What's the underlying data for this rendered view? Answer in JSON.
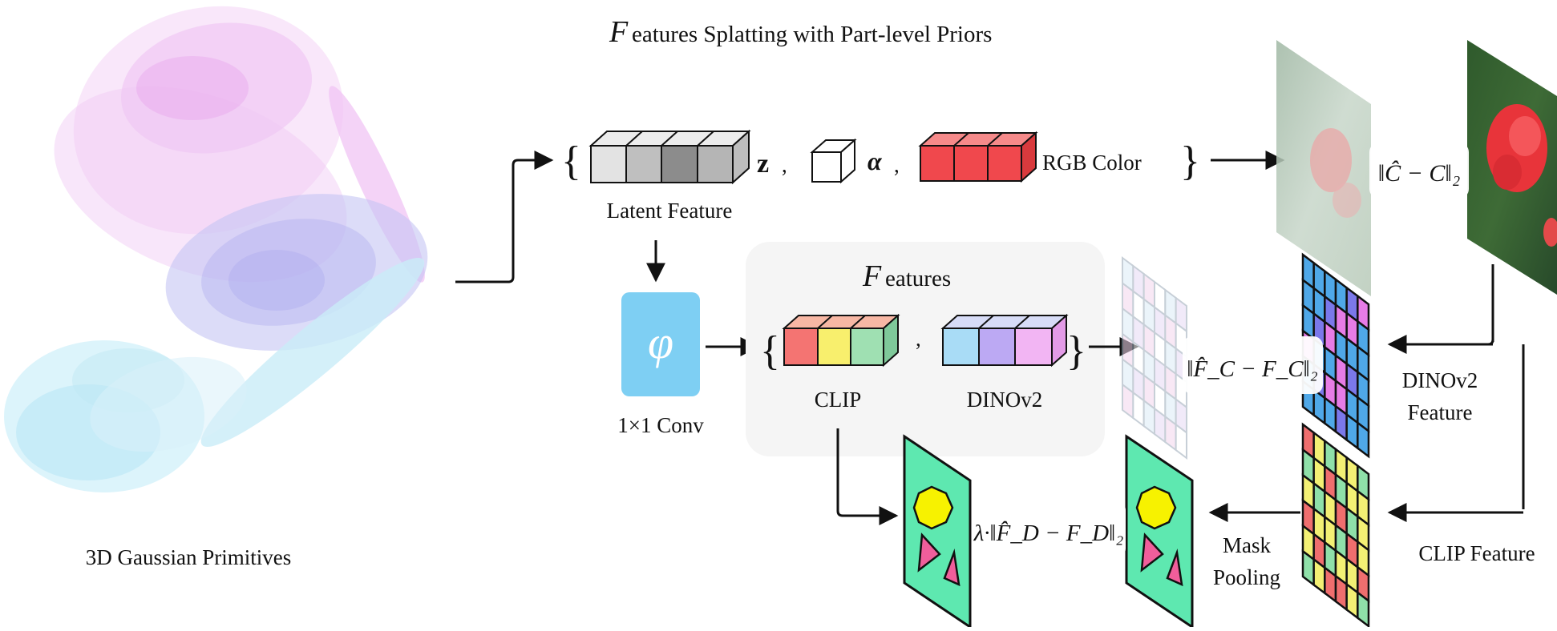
{
  "title": {
    "script_letter": "F",
    "rest": "eatures Splatting with Part-level Priors"
  },
  "gaussians": {
    "caption": "3D Gaussian Primitives"
  },
  "attributes": {
    "open_brace": "{",
    "close_brace": "}",
    "z_symbol": "z",
    "alpha_symbol": "α",
    "comma": ",",
    "rgb_label": "RGB Color",
    "latent_label": "Latent Feature"
  },
  "conv": {
    "symbol": "φ",
    "label": "1×1 Conv"
  },
  "features_panel": {
    "script_letter": "F",
    "rest": "eatures",
    "open_brace": "{",
    "close_brace": "}",
    "comma": ",",
    "clip_label": "CLIP",
    "dino_label": "DINOv2"
  },
  "losses": {
    "rgb": "‖Ĉ − C‖₂",
    "feature": "‖F̂_C − F_C‖₂",
    "mask": "λ·‖F̂_D − F_D‖₂"
  },
  "right_labels": {
    "dino_feature_line1": "DINOv2",
    "dino_feature_line2": "Feature",
    "clip_feature": "CLIP Feature",
    "mask_pooling_line1": "Mask",
    "mask_pooling_line2": "Pooling"
  },
  "colors": {
    "ellipse_pink": "#e9a8ef",
    "ellipse_lavender": "#b9b7f0",
    "ellipse_cyan": "#a8e2f2",
    "cube_gray": "#d9d9d9",
    "cube_dark": "#8c8c8c",
    "rgb_red": "#f0484d",
    "clip_red": "#f47472",
    "clip_yellow": "#f8ef6d",
    "clip_green": "#9fe0b2",
    "dino_blue": "#a9dcf6",
    "dino_purple": "#bca9f3",
    "dino_pink": "#f2b5f3",
    "conv_blue": "#7ecff3",
    "mask_green": "#5ee8b0",
    "mask_yellow": "#f7f200",
    "mask_pink": "#f05e9b",
    "panel_bg": "#f5f5f5"
  }
}
